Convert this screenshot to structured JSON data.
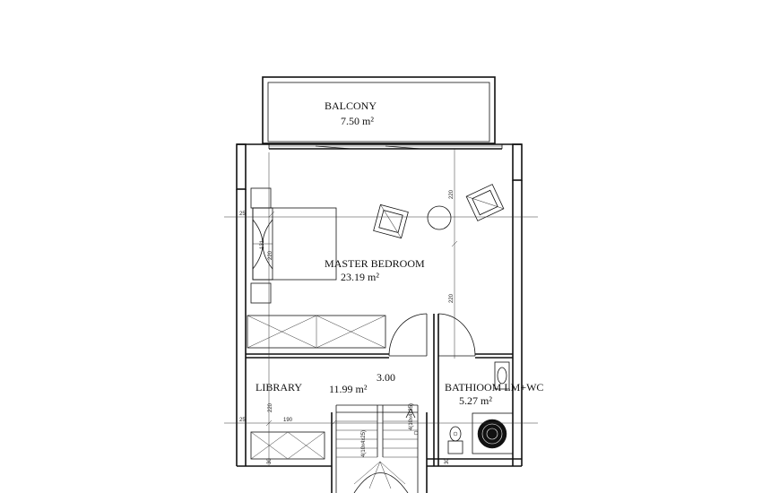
{
  "rooms": {
    "balcony": {
      "name": "BALCONY",
      "area": "7.50 m²"
    },
    "master_bedroom": {
      "name": "MASTER BEDROOM",
      "area": "23.19 m²"
    },
    "library": {
      "name": "LIBRARY",
      "area": "11.99 m²"
    },
    "bathroom": {
      "name": "BATHIOOM LM+WC",
      "area": "5.27 m²"
    }
  },
  "dimensions": {
    "library_width": "3.00",
    "d220_a": "220",
    "d220_b": "220",
    "d220_c": "220",
    "d220_d": "220",
    "d190": "190",
    "d25_a": "25",
    "d25_b": "25",
    "d131": "131",
    "d30_a": "30",
    "d30_b": "30",
    "stair_a": "4(10x4x25)",
    "stair_b": "4(10x4x25)"
  }
}
